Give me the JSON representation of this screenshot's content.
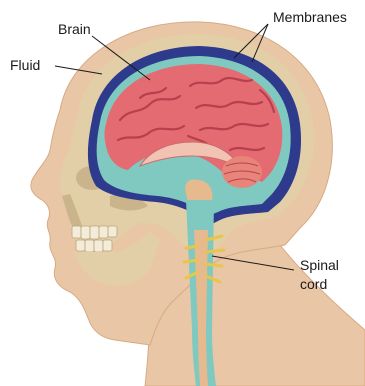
{
  "diagram": {
    "labels": {
      "brain": "Brain",
      "membranes": "Membranes",
      "fluid": "Fluid",
      "spinal_cord_line1": "Spinal",
      "spinal_cord_line2": "cord"
    }
  },
  "colors": {
    "skin": "#e9c7a6",
    "skin_shade": "#d8a983",
    "skull": "#e2cfa8",
    "skull_shade": "#c9b48c",
    "membrane": "#2e3a8c",
    "fluid": "#7fc9c1",
    "brain": "#e56b73",
    "brain_fold": "#b8404c",
    "cerebellum": "#e8857a",
    "spinal_cord": "#e7b98f",
    "nerve": "#e7c64a",
    "line": "#1a1a1a"
  }
}
